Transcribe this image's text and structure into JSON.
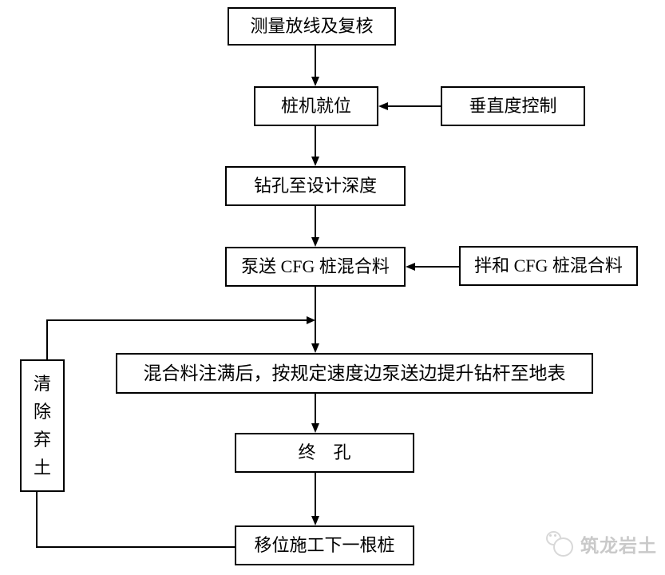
{
  "colors": {
    "background": "#ffffff",
    "line": "#000000",
    "box_border": "#000000",
    "text": "#000000",
    "watermark": "#c9c9c9"
  },
  "flowchart": {
    "nodes": {
      "survey": {
        "label": "测量放线及复核"
      },
      "rig": {
        "label": "桩机就位"
      },
      "vertical_control": {
        "label": "垂直度控制"
      },
      "drill": {
        "label": "钻孔至设计深度"
      },
      "pump": {
        "label": "泵送 CFG 桩混合料"
      },
      "mix": {
        "label": "拌和 CFG 桩混合料"
      },
      "lift": {
        "label": "混合料注满后，按规定速度边泵送边提升钻杆至地表"
      },
      "final_hole": {
        "label": "终　孔"
      },
      "move_next": {
        "label": "移位施工下一根桩"
      },
      "clear_spoil": {
        "label": "清除弃土",
        "chars": [
          "清",
          "除",
          "弃",
          "土"
        ]
      }
    },
    "edges": [
      {
        "from": "survey",
        "to": "rig"
      },
      {
        "from": "vertical_control",
        "to": "rig"
      },
      {
        "from": "rig",
        "to": "drill"
      },
      {
        "from": "drill",
        "to": "pump"
      },
      {
        "from": "mix",
        "to": "pump"
      },
      {
        "from": "pump",
        "to": "lift"
      },
      {
        "from": "lift",
        "to": "final_hole"
      },
      {
        "from": "final_hole",
        "to": "move_next"
      },
      {
        "from": "move_next",
        "to": "clear_spoil"
      },
      {
        "from": "clear_spoil",
        "to": "lift",
        "note": "joins the pump-to-lift arrow line"
      }
    ]
  },
  "watermark": {
    "text": "筑龙岩土"
  }
}
